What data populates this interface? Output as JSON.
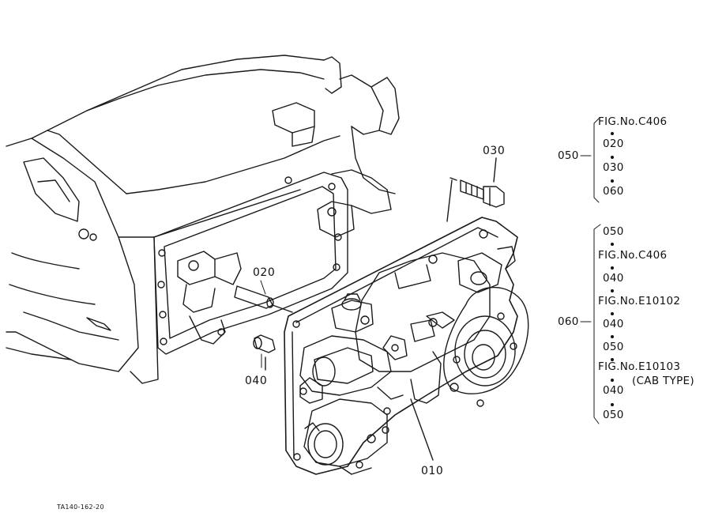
{
  "figure_code": "TA140-162-20",
  "callouts": {
    "c010": "010",
    "c020": "020",
    "c030": "030",
    "c040": "040"
  },
  "ref_block_050": {
    "label": "050",
    "lines": [
      "FIG.No.C406",
      "020",
      "030",
      "060"
    ]
  },
  "ref_block_060": {
    "label": "060",
    "lines": [
      "050",
      "FIG.No.C406",
      "040",
      "FIG.No.E10102",
      "040",
      "050",
      "FIG.No.E10103",
      "(CAB TYPE)",
      "040",
      "050"
    ]
  }
}
